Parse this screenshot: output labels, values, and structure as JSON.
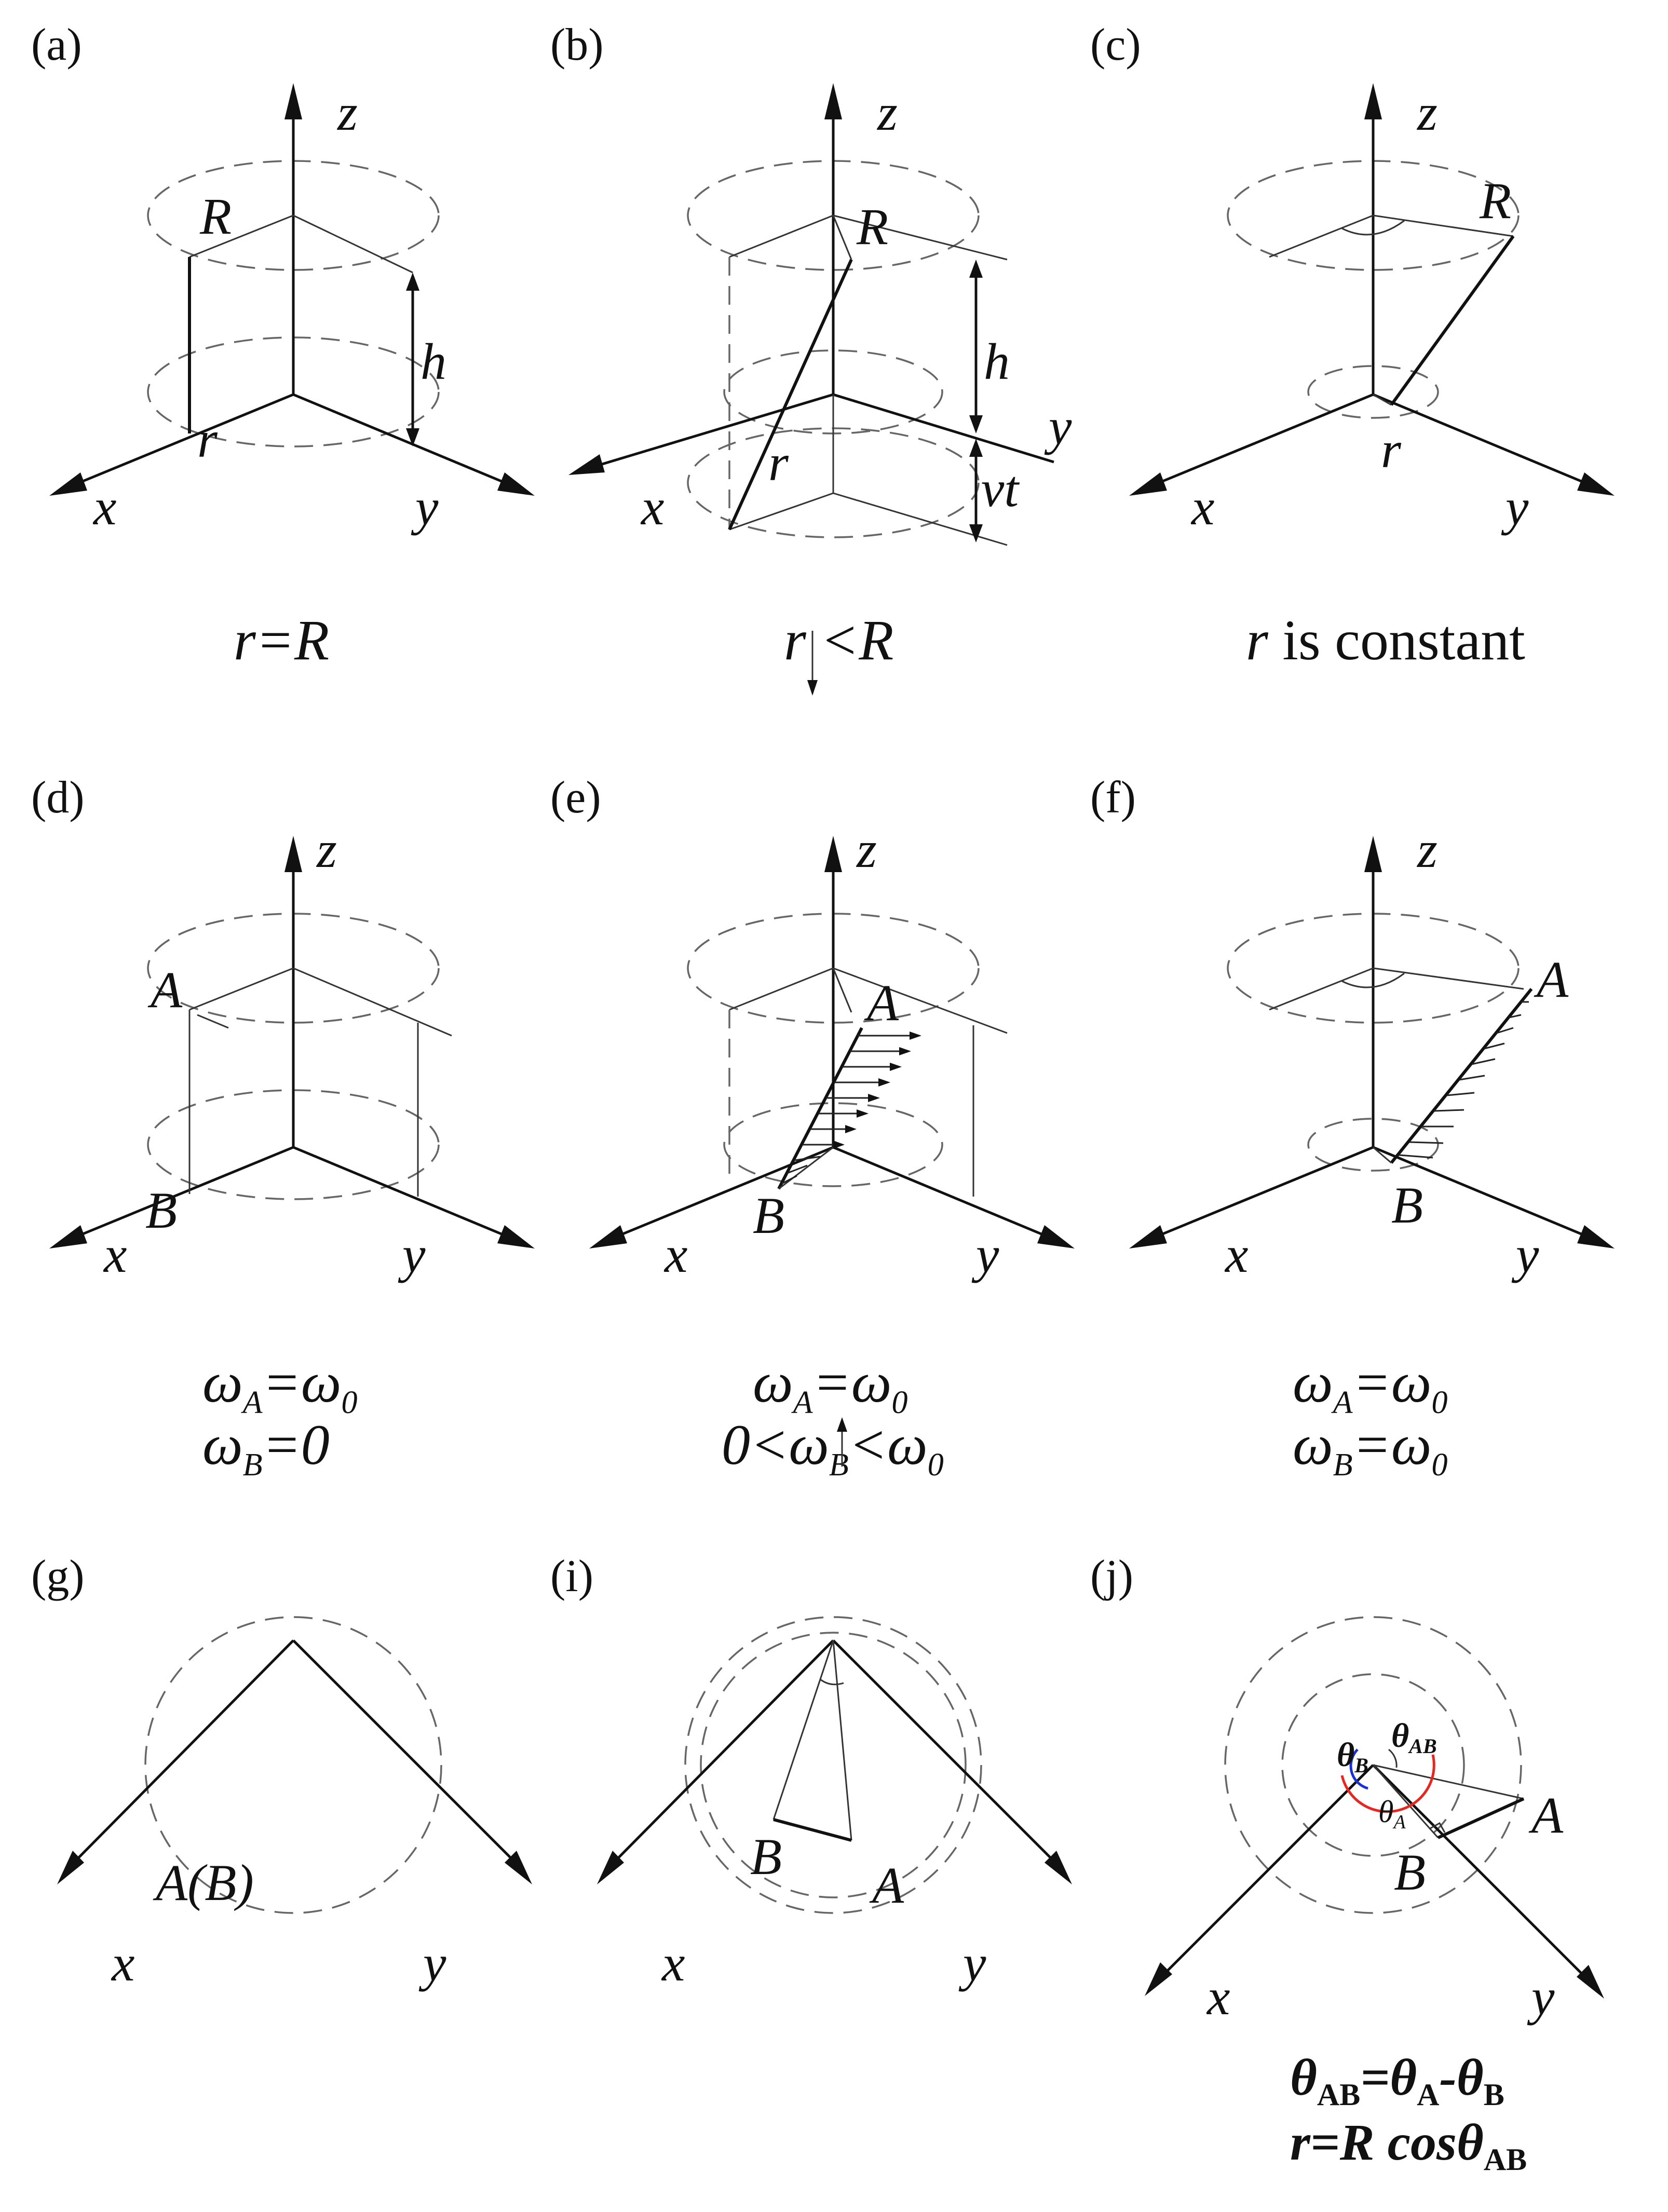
{
  "panels": {
    "a": {
      "label": "(a)",
      "axes": {
        "x": "x",
        "y": "y",
        "z": "z"
      },
      "R": "R",
      "r": "r",
      "h": "h",
      "caption": "r=R"
    },
    "b": {
      "label": "(b)",
      "axes": {
        "x": "x",
        "y": "y",
        "z": "z"
      },
      "R": "R",
      "r": "r",
      "h": "h",
      "vt": "vt",
      "caption_r": "r",
      "caption_rest": "<R"
    },
    "c": {
      "label": "(c)",
      "axes": {
        "x": "x",
        "y": "y",
        "z": "z"
      },
      "R": "R",
      "r": "r",
      "caption_var": "r",
      "caption_rest": " is constant"
    },
    "d": {
      "label": "(d)",
      "axes": {
        "x": "x",
        "y": "y",
        "z": "z"
      },
      "A": "A",
      "B": "B",
      "eq1": {
        "w": "ω",
        "sub": "A",
        "rhs": "=ω",
        "rsub": "0"
      },
      "eq2": {
        "w": "ω",
        "sub": "B",
        "rhs": "=0"
      }
    },
    "e": {
      "label": "(e)",
      "axes": {
        "x": "x",
        "y": "y",
        "z": "z"
      },
      "A": "A",
      "B": "B",
      "eq1": {
        "w": "ω",
        "sub": "A",
        "rhs": "=ω",
        "rsub": "0"
      },
      "eq2": {
        "pre": "0<ω",
        "sub": "B",
        "rhs": "<ω",
        "rsub": "0"
      }
    },
    "f": {
      "label": "(f)",
      "axes": {
        "x": "x",
        "y": "y",
        "z": "z"
      },
      "A": "A",
      "B": "B",
      "eq1": {
        "w": "ω",
        "sub": "A",
        "rhs": "=ω",
        "rsub": "0"
      },
      "eq2": {
        "w": "ω",
        "sub": "B",
        "rhs": "=ω",
        "rsub": "0"
      }
    },
    "g": {
      "label": "(g)",
      "axes": {
        "x": "x",
        "y": "y"
      },
      "AB": "A(B)"
    },
    "i": {
      "label": "(i)",
      "axes": {
        "x": "x",
        "y": "y"
      },
      "A": "A",
      "B": "B"
    },
    "j": {
      "label": "(j)",
      "axes": {
        "x": "x",
        "y": "y"
      },
      "A": "A",
      "B": "B",
      "thetaB": "θ",
      "thetaB_sub": "B",
      "thetaA": "θ",
      "thetaA_sub": "A",
      "thetaAB": "θ",
      "thetaAB_sub": "AB",
      "eq1": {
        "lhs": "θ",
        "lsub": "AB",
        "mid": "=θ",
        "msub": "A",
        "dash": "-θ",
        "dsub": "B"
      },
      "eq2": {
        "pre": "r=R cosθ",
        "sub": "AB"
      }
    }
  },
  "colors": {
    "thetaB": "#1a2fd6",
    "thetaA": "#e8261f",
    "ink": "#111111",
    "dash": "#666666"
  }
}
